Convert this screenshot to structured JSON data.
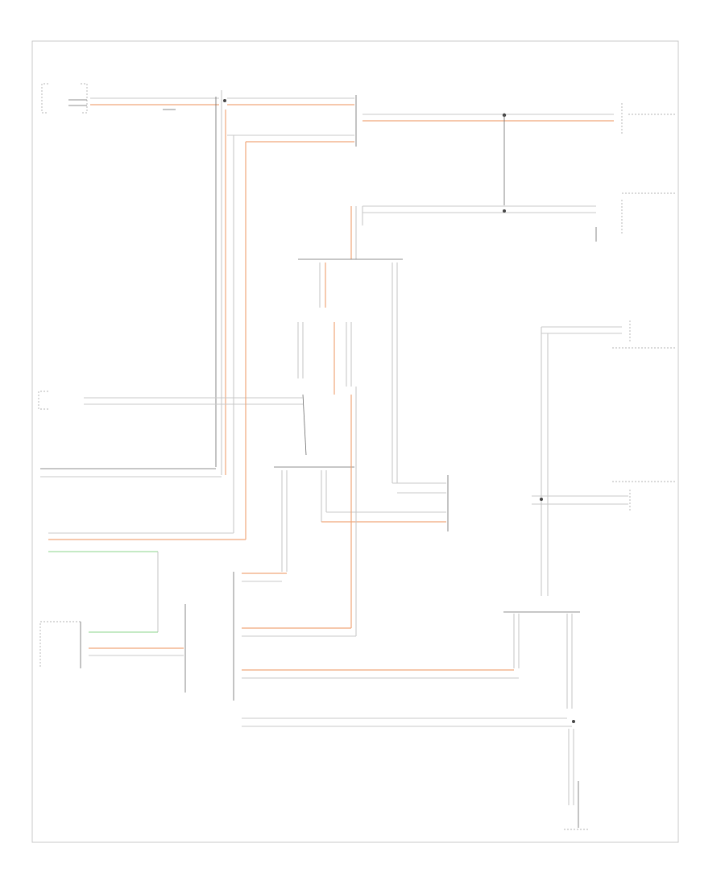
{
  "diagram": {
    "frame_label": "",
    "components": [
      {
        "id": "top-left-connector",
        "label": ""
      },
      {
        "id": "top-splice",
        "label": ""
      },
      {
        "id": "top-right-connector",
        "label": ""
      },
      {
        "id": "mid-right-connector",
        "label": ""
      },
      {
        "id": "center-splice",
        "label": ""
      },
      {
        "id": "center-module",
        "label": ""
      },
      {
        "id": "left-mid-connector",
        "label": ""
      },
      {
        "id": "right-mid-connector",
        "label": ""
      },
      {
        "id": "right-module",
        "label": ""
      },
      {
        "id": "cluster",
        "label": ""
      },
      {
        "id": "bottom-left-module",
        "label": ""
      },
      {
        "id": "bottom-right-module",
        "label": ""
      },
      {
        "id": "bottom-sensor",
        "label": ""
      }
    ],
    "colors": {
      "white_wire": "#c8c8c8",
      "orange_wire": "#f0a77a",
      "green_wire": "#8bd48b",
      "black_wire": "#6a6a6a",
      "frame": "#9a9a9a"
    }
  }
}
